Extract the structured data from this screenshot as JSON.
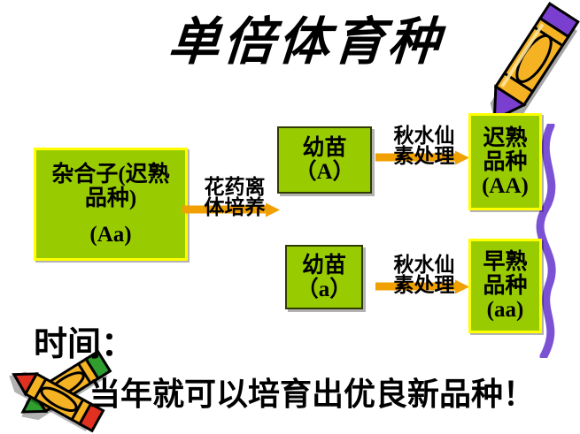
{
  "slide": {
    "title": "单倍体育种",
    "background_color": "#ffffff"
  },
  "palette": {
    "box_fill": "#99cc00",
    "box_border_yellow": "#ffff00",
    "box_border_dark": "#2f3b00",
    "arrow_color": "#f0a000",
    "text_color": "#000000",
    "squiggle_color": "#7b52d4",
    "crayon_body": "#f5b324",
    "crayon_tip_purple": "#7b3fcf",
    "crayon_tip_green": "#2f9e2f",
    "crayon_tip_red": "#e03020"
  },
  "boxes": {
    "parent": {
      "line1": "杂合子(迟熟",
      "line2": "品种)",
      "line3": "(Aa)"
    },
    "seedling_A": {
      "line1": "幼苗",
      "line2": "（A）"
    },
    "seedling_a": {
      "line1": "幼苗",
      "line2": "（a）"
    },
    "late_variety": {
      "line1": "迟熟",
      "line2": "品种",
      "line3": "(AA)"
    },
    "early_variety": {
      "line1": "早熟",
      "line2": "品种",
      "line3": "(aa)"
    }
  },
  "arrows": {
    "anther_culture": {
      "line1": "花药离",
      "line2": "体培养"
    },
    "colchicine_top": {
      "line1": "秋水仙",
      "line2": "素处理"
    },
    "colchicine_bottom": {
      "line1": "秋水仙",
      "line2": "素处理"
    }
  },
  "bottom": {
    "time_label": "时间：",
    "conclusion": "当年就可以培育出优良新品种！"
  },
  "decorations": {
    "crayon_top_right": "crayon-icon",
    "squiggle_right": "squiggle-line-icon",
    "crayons_bottom_left": "crossed-crayons-icon"
  }
}
